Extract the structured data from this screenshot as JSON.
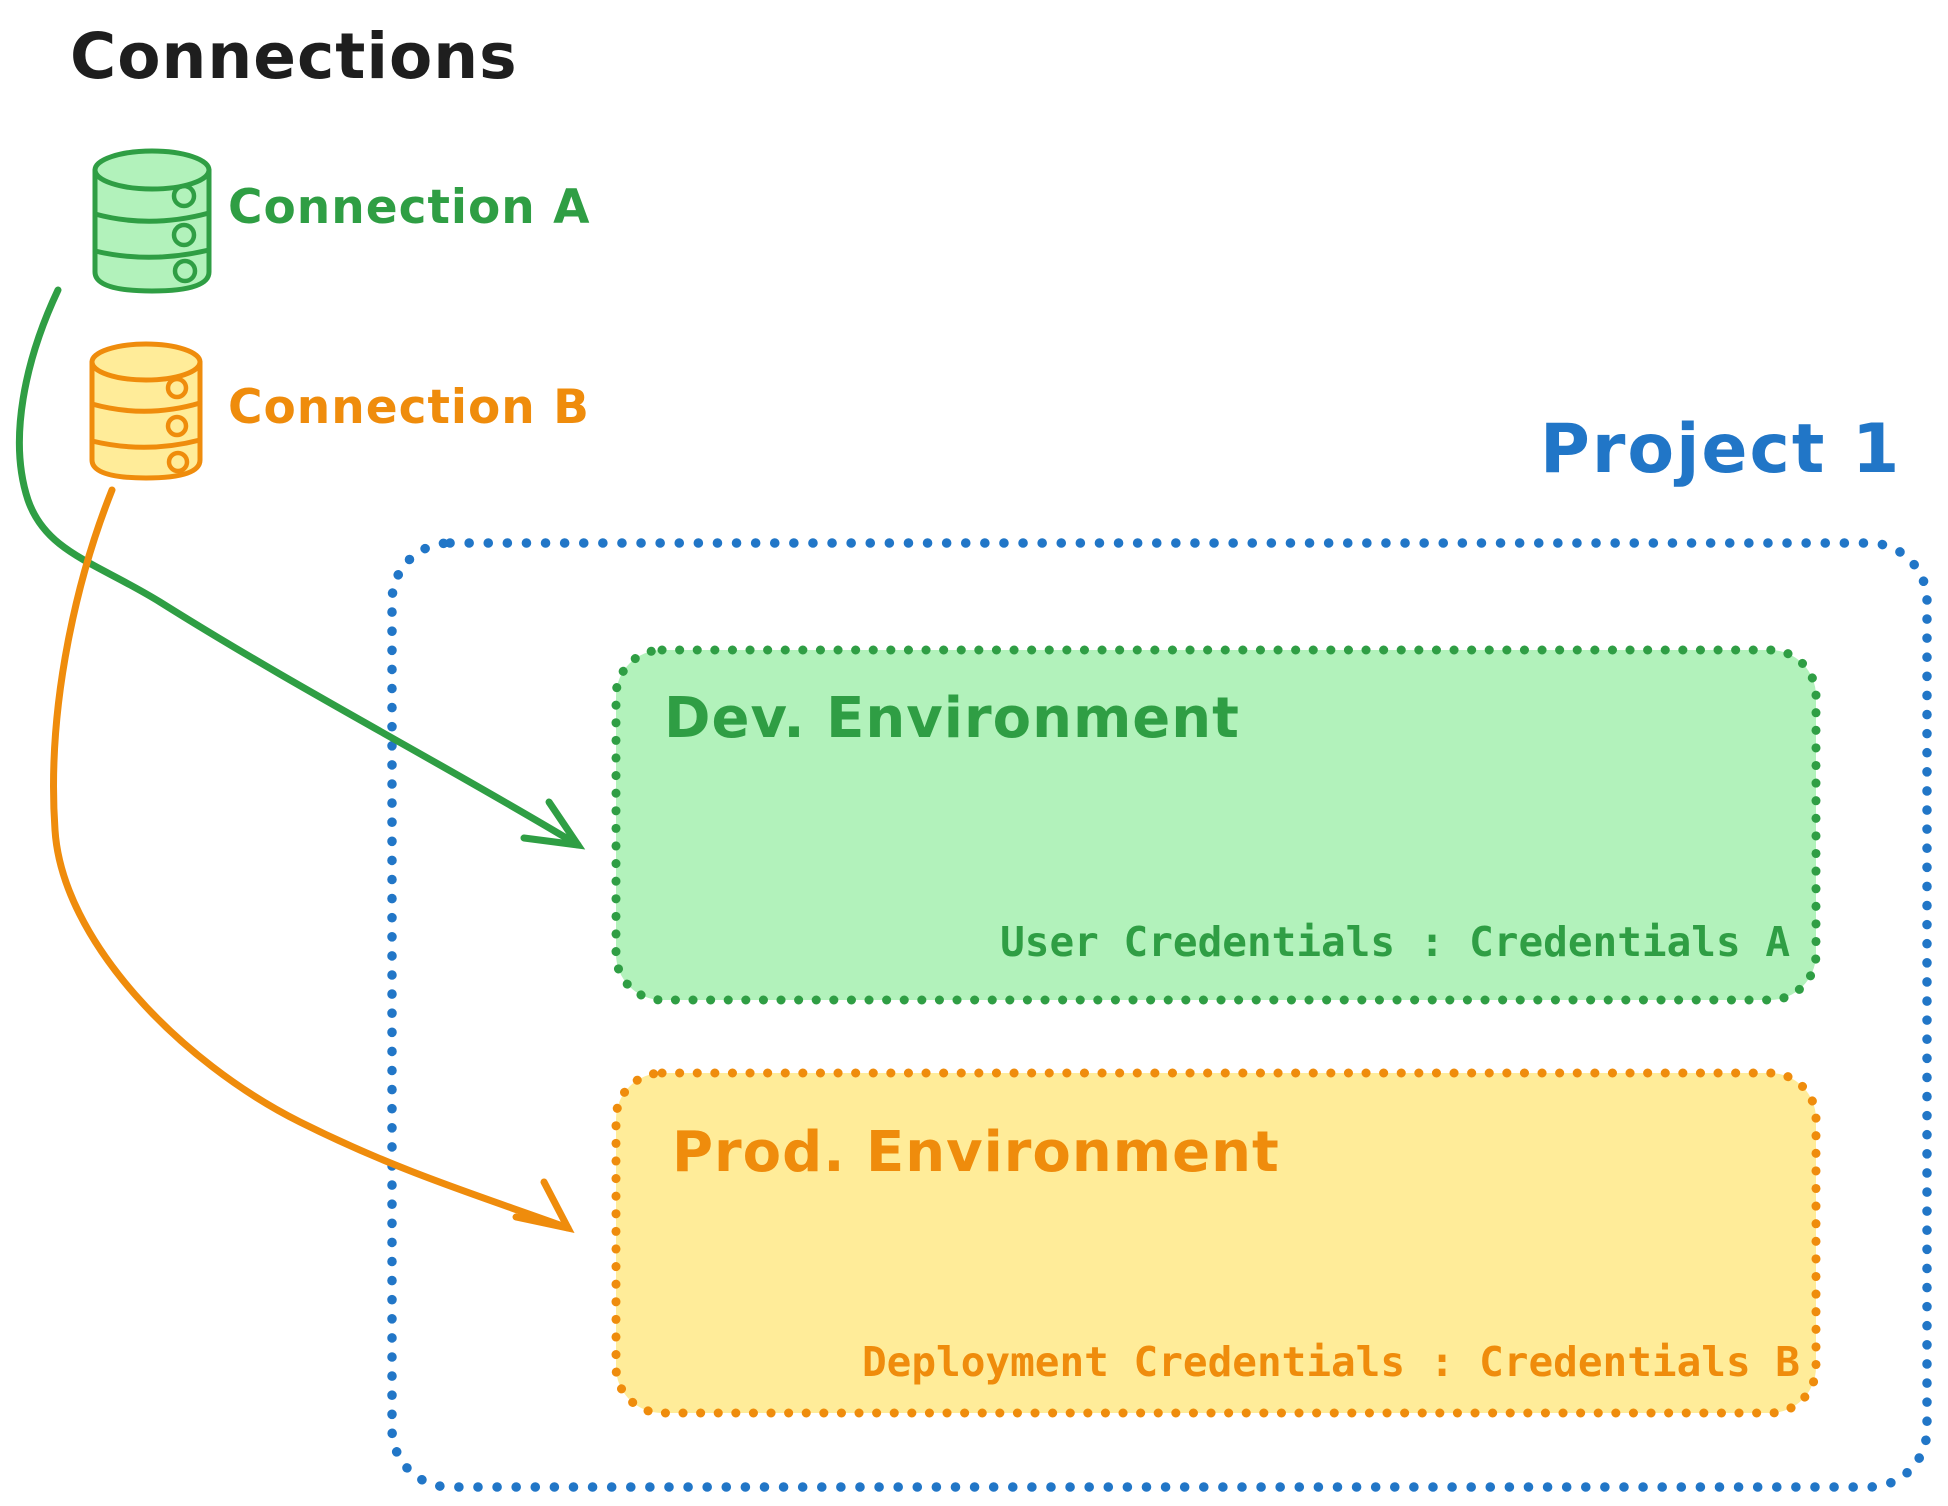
{
  "connections": {
    "heading": "Connections",
    "items": [
      {
        "label": "Connection A",
        "color": "#2f9e44",
        "fill": "#b2f2bb"
      },
      {
        "label": "Connection B",
        "color": "#ef8c0c",
        "fill": "#ffec99"
      }
    ]
  },
  "project": {
    "label": "Project 1",
    "color": "#2176c7",
    "environments": [
      {
        "name": "Dev. Environment",
        "credentials_label": "User Credentials : Credentials A",
        "stroke": "#2f9e44",
        "fill": "#b2f2bb"
      },
      {
        "name": "Prod. Environment",
        "credentials_label": "Deployment Credentials : Credentials B",
        "stroke": "#ef8c0c",
        "fill": "#ffec99"
      }
    ]
  }
}
